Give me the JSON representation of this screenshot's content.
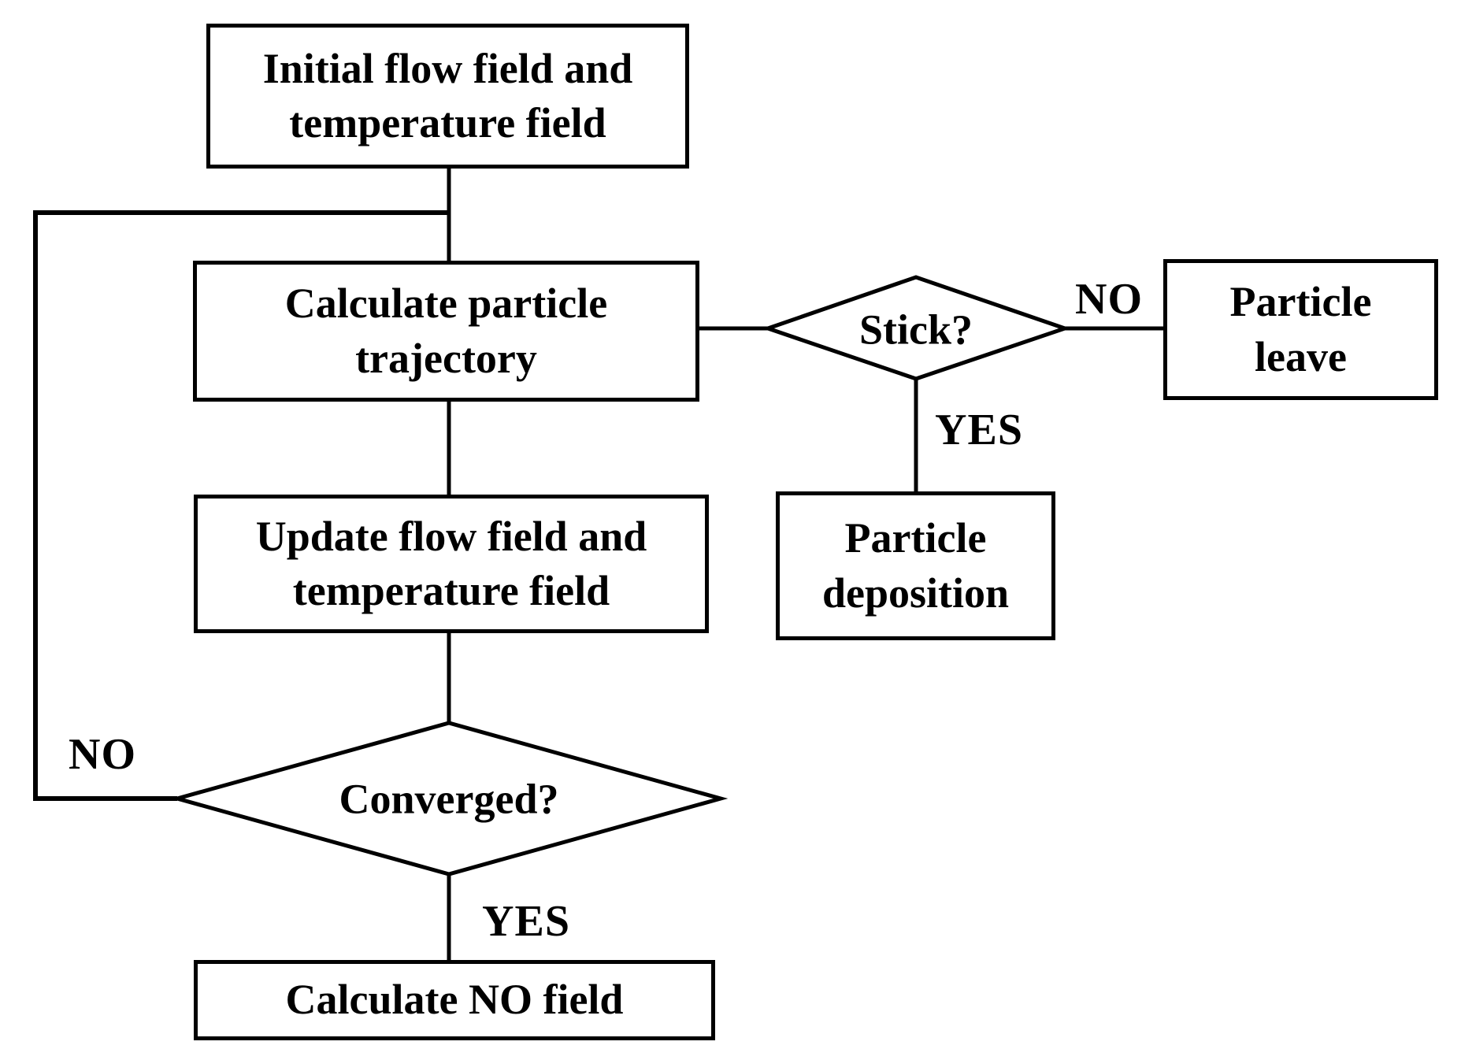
{
  "nodes": {
    "initial": {
      "label": "Initial flow field and\ntemperature field"
    },
    "calc_trajectory": {
      "label": "Calculate particle\ntrajectory"
    },
    "stick": {
      "label": "Stick?"
    },
    "particle_leave": {
      "label": "Particle\nleave"
    },
    "particle_deposition": {
      "label": "Particle\ndeposition"
    },
    "update": {
      "label": "Update flow field and\ntemperature field"
    },
    "converged": {
      "label": "Converged?"
    },
    "calc_no_field": {
      "label": "Calculate NO field"
    }
  },
  "edge_labels": {
    "stick_no": "NO",
    "stick_yes": "YES",
    "converged_no": "NO",
    "converged_yes": "YES"
  },
  "colors": {
    "line": "#000000",
    "fill": "#ffffff"
  }
}
